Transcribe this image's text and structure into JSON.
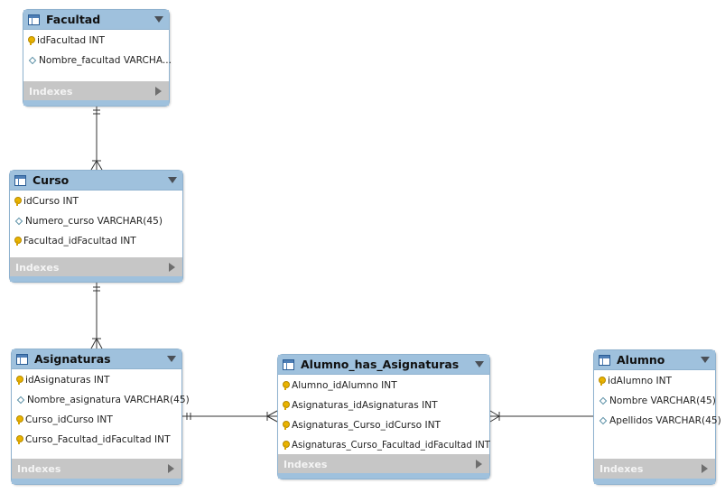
{
  "entities": {
    "facultad": {
      "name": "Facultad",
      "columns": [
        "idFacultad INT",
        "Nombre_facultad VARCHA..."
      ],
      "indexes_label": "Indexes"
    },
    "curso": {
      "name": "Curso",
      "columns": [
        "idCurso INT",
        "Numero_curso VARCHAR(45)",
        "Facultad_idFacultad INT"
      ],
      "indexes_label": "Indexes"
    },
    "asignaturas": {
      "name": "Asignaturas",
      "columns": [
        "idAsignaturas INT",
        "Nombre_asignatura VARCHAR(45)",
        "Curso_idCurso INT",
        "Curso_Facultad_idFacultad INT"
      ],
      "indexes_label": "Indexes"
    },
    "alumno_has_asignaturas": {
      "name": "Alumno_has_Asignaturas",
      "columns": [
        "Alumno_idAlumno INT",
        "Asignaturas_idAsignaturas INT",
        "Asignaturas_Curso_idCurso INT",
        "Asignaturas_Curso_Facultad_idFacultad INT"
      ],
      "indexes_label": "Indexes"
    },
    "alumno": {
      "name": "Alumno",
      "columns": [
        "idAlumno INT",
        "Nombre VARCHAR(45)",
        "Apellidos VARCHAR(45)"
      ],
      "indexes_label": "Indexes"
    }
  },
  "column_icons": {
    "key": "primary-key-icon",
    "diamond": "column-diamond-icon"
  },
  "relationships": [
    {
      "from": "Facultad",
      "to": "Curso",
      "from_end": "one-mandatory",
      "to_end": "one-or-many"
    },
    {
      "from": "Curso",
      "to": "Asignaturas",
      "from_end": "one-mandatory",
      "to_end": "one-or-many"
    },
    {
      "from": "Asignaturas",
      "to": "Alumno_has_Asignaturas",
      "from_end": "one-mandatory",
      "to_end": "one-or-many"
    },
    {
      "from": "Alumno",
      "to": "Alumno_has_Asignaturas",
      "from_end": "one-mandatory",
      "to_end": "one-or-many"
    }
  ],
  "colors": {
    "header": "#9fc1dd",
    "border": "#8fb2cf",
    "indexes_bar": "#c6c6c6",
    "key": "#e9b300",
    "connector": "#333333"
  }
}
